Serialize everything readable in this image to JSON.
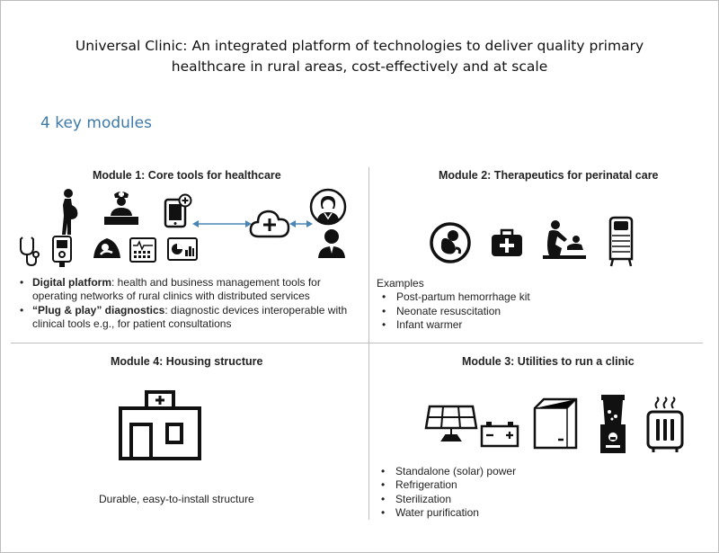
{
  "header": {
    "title_line1": "Universal Clinic: An integrated platform of technologies to deliver quality primary",
    "title_line2": "healthcare in rural areas, cost-effectively and at scale",
    "subtitle": "4 key modules"
  },
  "module1": {
    "title": "Module 1: Core tools for healthcare",
    "bullets": [
      {
        "bold": "Digital platform",
        "rest": ": health and business management tools for",
        "cont": "operating networks of rural clinics with distributed services"
      },
      {
        "bold": "“Plug & play” diagnostics",
        "rest": ": diagnostic devices interoperable with",
        "cont": "clinical tools e.g., for patient consultations"
      }
    ],
    "icons": [
      "stethoscope-icon",
      "pregnant-woman-icon",
      "glucose-meter-icon",
      "ultrasound-icon",
      "nurse-icon",
      "monitor-icon",
      "tablet-plus-icon",
      "dashboard-icon",
      "cloud-plus-icon",
      "doctor-icon",
      "patient-icon"
    ]
  },
  "module2": {
    "title": "Module 2: Therapeutics for perinatal care",
    "examples_label": "Examples",
    "bullets": [
      "Post-partum hemorrhage kit",
      "Neonate resuscitation",
      "Infant warmer"
    ],
    "icons": [
      "fetus-icon",
      "first-aid-kit-icon",
      "infant-care-icon",
      "infant-warmer-icon"
    ]
  },
  "module3": {
    "title": "Module 3: Utilities to run a clinic",
    "bullets": [
      "Standalone (solar) power",
      "Refrigeration",
      "Sterilization",
      "Water purification"
    ],
    "icons": [
      "solar-panel-icon",
      "battery-icon",
      "refrigerator-icon",
      "water-purifier-icon",
      "sterilizer-icon"
    ]
  },
  "module4": {
    "title": "Module 4: Housing structure",
    "description": "Durable, easy-to-install structure",
    "icons": [
      "clinic-building-icon"
    ]
  },
  "colors": {
    "subtitle": "#3d7aa8",
    "arrow": "#4a86b5",
    "divider": "#bfbfbf",
    "icon": "#111111"
  }
}
